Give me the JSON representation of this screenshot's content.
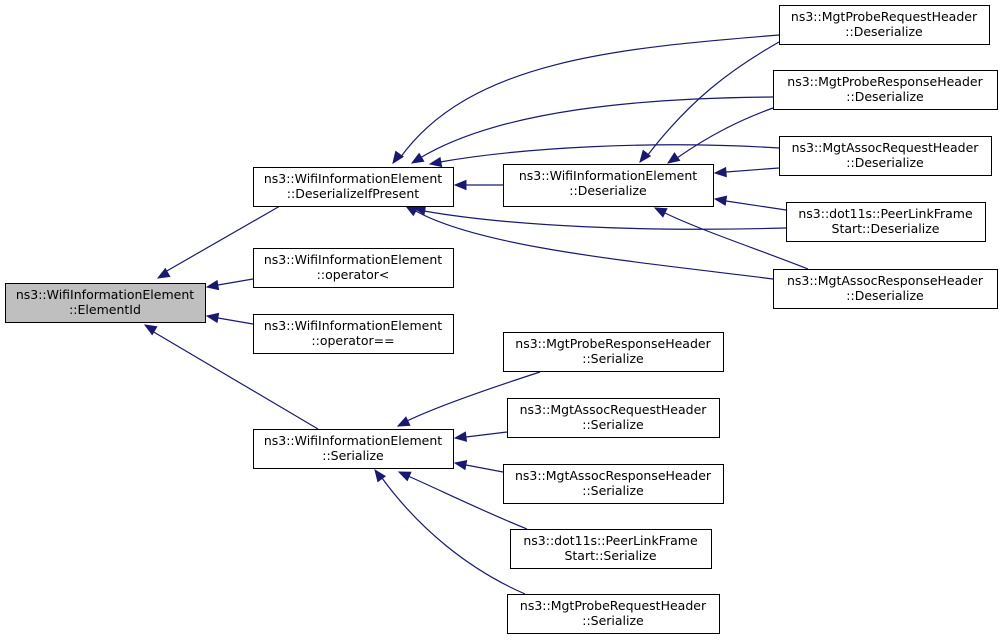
{
  "nodes": [
    {
      "id": "element-id",
      "line1": "ns3::WifiInformationElement",
      "line2": "::ElementId",
      "root": true
    },
    {
      "id": "deserialize-if-present",
      "line1": "ns3::WifiInformationElement",
      "line2": "::DeserializeIfPresent"
    },
    {
      "id": "operator-lt",
      "line1": "ns3::WifiInformationElement",
      "line2": "::operator<"
    },
    {
      "id": "operator-eq",
      "line1": "ns3::WifiInformationElement",
      "line2": "::operator=="
    },
    {
      "id": "wie-serialize",
      "line1": "ns3::WifiInformationElement",
      "line2": "::Serialize"
    },
    {
      "id": "wie-deserialize",
      "line1": "ns3::WifiInformationElement",
      "line2": "::Deserialize"
    },
    {
      "id": "probe-req-deserialize",
      "line1": "ns3::MgtProbeRequestHeader",
      "line2": "::Deserialize"
    },
    {
      "id": "probe-resp-deserialize",
      "line1": "ns3::MgtProbeResponseHeader",
      "line2": "::Deserialize"
    },
    {
      "id": "assoc-req-deserialize",
      "line1": "ns3::MgtAssocRequestHeader",
      "line2": "::Deserialize"
    },
    {
      "id": "peerlink-deserialize",
      "line1": "ns3::dot11s::PeerLinkFrame",
      "line2": "Start::Deserialize"
    },
    {
      "id": "assoc-resp-deserialize",
      "line1": "ns3::MgtAssocResponseHeader",
      "line2": "::Deserialize"
    },
    {
      "id": "probe-resp-serialize",
      "line1": "ns3::MgtProbeResponseHeader",
      "line2": "::Serialize"
    },
    {
      "id": "assoc-req-serialize",
      "line1": "ns3::MgtAssocRequestHeader",
      "line2": "::Serialize"
    },
    {
      "id": "assoc-resp-serialize",
      "line1": "ns3::MgtAssocResponseHeader",
      "line2": "::Serialize"
    },
    {
      "id": "peerlink-serialize",
      "line1": "ns3::dot11s::PeerLinkFrame",
      "line2": "Start::Serialize"
    },
    {
      "id": "probe-req-serialize",
      "line1": "ns3::MgtProbeRequestHeader",
      "line2": "::Serialize"
    }
  ],
  "edges": [
    {
      "from": "deserialize-if-present",
      "to": "element-id"
    },
    {
      "from": "operator-lt",
      "to": "element-id"
    },
    {
      "from": "operator-eq",
      "to": "element-id"
    },
    {
      "from": "wie-serialize",
      "to": "element-id"
    },
    {
      "from": "probe-req-deserialize",
      "to": "deserialize-if-present"
    },
    {
      "from": "probe-resp-deserialize",
      "to": "deserialize-if-present"
    },
    {
      "from": "assoc-req-deserialize",
      "to": "deserialize-if-present"
    },
    {
      "from": "wie-deserialize",
      "to": "deserialize-if-present"
    },
    {
      "from": "peerlink-deserialize",
      "to": "deserialize-if-present"
    },
    {
      "from": "assoc-resp-deserialize",
      "to": "deserialize-if-present"
    },
    {
      "from": "probe-req-deserialize",
      "to": "wie-deserialize"
    },
    {
      "from": "probe-resp-deserialize",
      "to": "wie-deserialize"
    },
    {
      "from": "assoc-req-deserialize",
      "to": "wie-deserialize"
    },
    {
      "from": "peerlink-deserialize",
      "to": "wie-deserialize"
    },
    {
      "from": "assoc-resp-deserialize",
      "to": "wie-deserialize"
    },
    {
      "from": "probe-resp-serialize",
      "to": "wie-serialize"
    },
    {
      "from": "assoc-req-serialize",
      "to": "wie-serialize"
    },
    {
      "from": "assoc-resp-serialize",
      "to": "wie-serialize"
    },
    {
      "from": "peerlink-serialize",
      "to": "wie-serialize"
    },
    {
      "from": "probe-req-serialize",
      "to": "wie-serialize"
    }
  ],
  "colors": {
    "edge": "#191970",
    "root_fill": "#bfbfbf",
    "node_fill": "#ffffff"
  }
}
